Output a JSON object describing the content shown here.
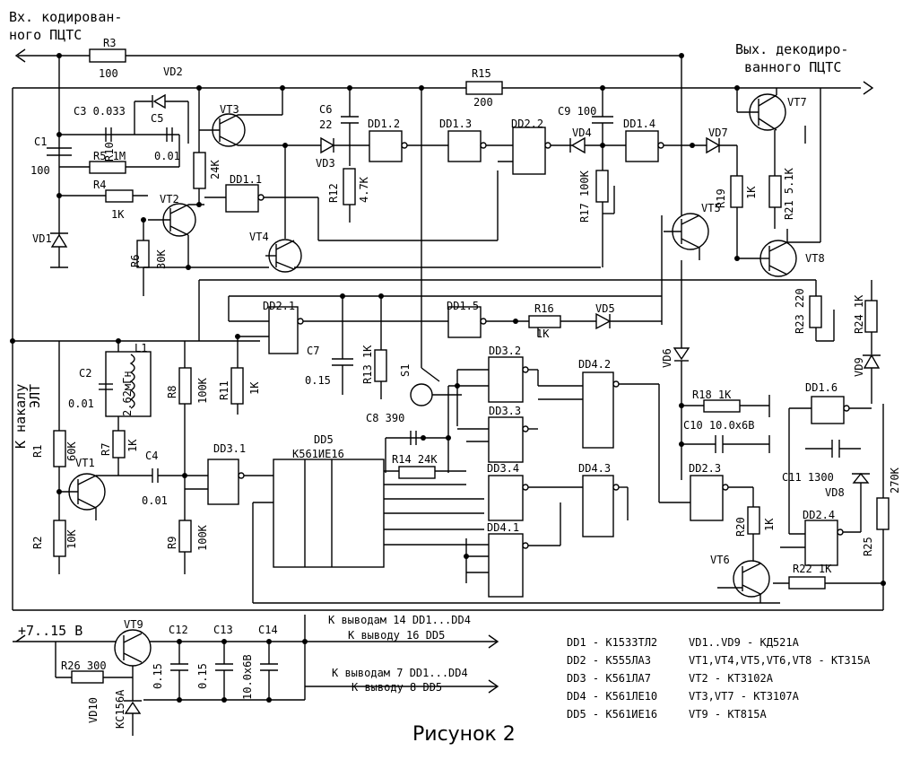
{
  "figure": {
    "caption": "Рисунок 2",
    "labels": {
      "input_line1": "Вх. кодирован-",
      "input_line2": "ного ПЦТС",
      "output_line1": "Вых. декодиро-",
      "output_line2": "ванного ПЦТС",
      "crt_line1": "К накалу",
      "crt_line2": "ЭЛТ",
      "power": "+7..15 В",
      "bus_pin14": "К выводам 14 DD1...DD4",
      "bus_pin16": "К выводу 16 DD5",
      "bus_pin7": "К выводам 7 DD1...DD4",
      "bus_pin8": "К выводу 8 DD5"
    },
    "components": {
      "R3": "R3",
      "R3v": "100",
      "R15": "R15",
      "R15v": "200",
      "VD2": "VD2",
      "C3": "C3 0.033",
      "C5": "C5",
      "C5v": "0.01",
      "VT3": "VT3",
      "C6": "C6",
      "C6v": "22",
      "DD12": "DD1.2",
      "DD13": "DD1.3",
      "DD22": "DD2.2",
      "C9": "C9 100",
      "DD14": "DD1.4",
      "VD7": "VD7",
      "VD4": "VD4",
      "VD3": "VD3",
      "VT7": "VT7",
      "C1": "C1",
      "C1v": "100",
      "R5": "R5 1M",
      "R10": "R10",
      "R10v": "24K",
      "DD11": "DD1.1",
      "R12": "R12",
      "R12v": "4.7K",
      "R17": "R17 100K",
      "R19": "R19",
      "R19v": "1K",
      "R21": "R21 5.1K",
      "R4": "R4",
      "R4v": "1K",
      "VT2": "VT2",
      "VD1": "VD1",
      "R6": "R6",
      "R6v": "30K",
      "VT4": "VT4",
      "VT5": "VT5",
      "VT8": "VT8",
      "DD21": "DD2.1",
      "DD15": "DD1.5",
      "R16": "R16",
      "R16v": "1K",
      "VD5": "VD5",
      "R23": "R23 220",
      "R24": "R24 1K",
      "C7": "C7",
      "C7v": "0.15",
      "R13": "R13 1K",
      "S1": "S1",
      "VD6": "VD6",
      "VD9": "VD9",
      "L1": "L1",
      "L1v": "2.62мГн",
      "C2": "C2",
      "C2v": "0.01",
      "R8": "R8",
      "R8v": "100K",
      "R11": "R11",
      "R11v": "1K",
      "DD32": "DD3.2",
      "DD42": "DD4.2",
      "R18": "R18 1K",
      "DD16": "DD1.6",
      "C8": "C8 390",
      "DD33": "DD3.3",
      "C10": "C10 10.0x6B",
      "R1": "R1",
      "R1v": "60K",
      "R7": "R7",
      "R7v": "1K",
      "DD31": "DD3.1",
      "DD5": "DD5",
      "DD5type": "K561ИE16",
      "R14": "R14 24K",
      "C11": "C11 1300",
      "VD8": "VD8",
      "R25": "R25",
      "R25v": "270K",
      "VT1": "VT1",
      "C4": "C4",
      "C4v": "0.01",
      "DD34": "DD3.4",
      "DD43": "DD4.3",
      "DD23": "DD2.3",
      "R20": "R20",
      "R20v": "1K",
      "DD24": "DD2.4",
      "R2": "R2",
      "R2v": "10K",
      "R9": "R9",
      "R9v": "100K",
      "DD41": "DD4.1",
      "VT6": "VT6",
      "R22": "R22 1K",
      "VT9": "VT9",
      "C12": "C12",
      "C12v": "0.15",
      "C13": "C13",
      "C13v": "0.15",
      "C14": "C14",
      "C14v": "10.0x6B",
      "R26": "R26 300",
      "VD10": "VD10",
      "VD10v": "KC156A"
    },
    "legend": [
      "DD1 - K1533TЛ2",
      "DD2 - K555ЛA3",
      "DD3 - K561ЛA7",
      "DD4 - K561ЛE10",
      "DD5 - K561ИE16"
    ],
    "legend2": [
      "VD1..VD9 - KД521A",
      "VT1,VT4,VT5,VT6,VT8 - KT315A",
      "VT2 - KT3102A",
      "VT3,VT7 - KT3107A",
      "VT9 - KT815A"
    ]
  }
}
